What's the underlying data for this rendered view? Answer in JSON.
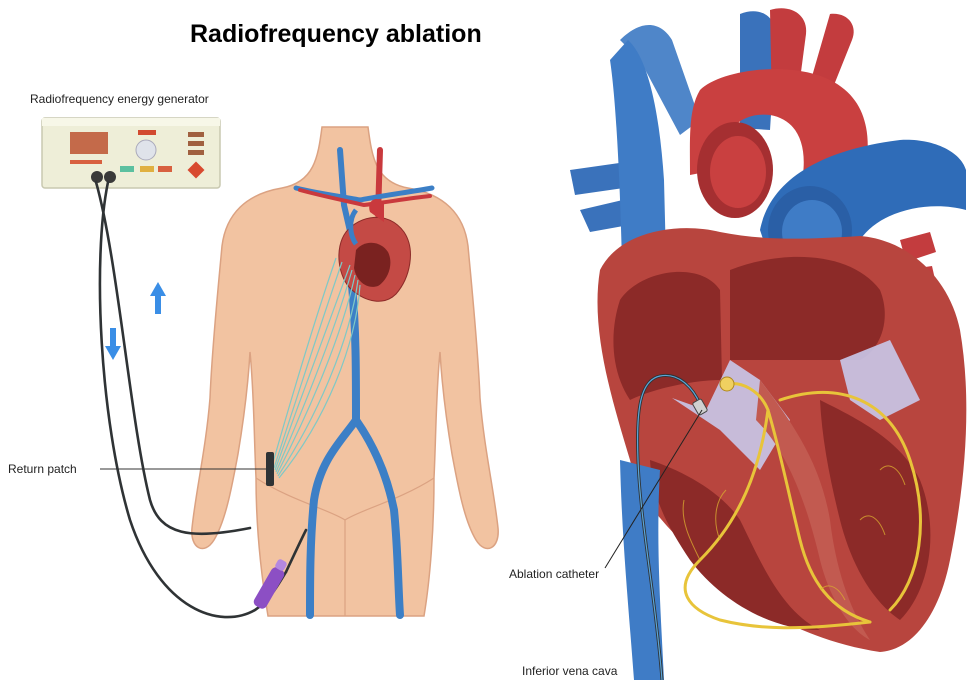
{
  "figure": {
    "title": "Radiofrequency ablation",
    "labels": {
      "generator": "Radiofrequency energy generator",
      "return_patch": "Return patch",
      "ablation_catheter": "Ablation catheter",
      "ivc": "Inferior vena cava"
    },
    "colors": {
      "skin": "#f2c3a1",
      "skin_shadow": "#e2a987",
      "vein": "#3c7fc6",
      "artery": "#c9393d",
      "myocardium": "#b23a35",
      "chamber_inner": "#8c2a28",
      "conduction": "#e8c43a",
      "valve": "#c9c8ea",
      "cable": "#2f3335",
      "arrow": "#3a8ee6",
      "catheter_handle": "#8c4fc4"
    }
  }
}
